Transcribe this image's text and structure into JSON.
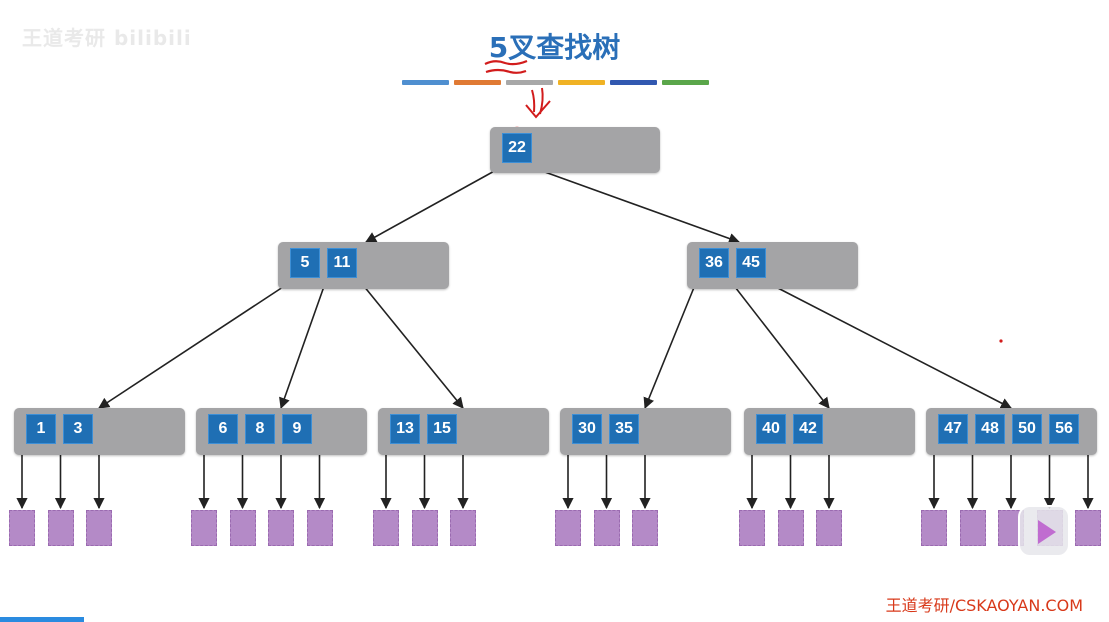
{
  "title": "5叉查找树",
  "watermark": "王道考研 bilibili",
  "credit": "王道考研/CSKAOYAN.COM",
  "colors": {
    "node_fill": "#a4a4a6",
    "key_fill": "#1f6fb4",
    "leaf_fill": "#b48ac7",
    "annotation": "#d21c1c",
    "swatches": [
      "#4f8fd0",
      "#e07a34",
      "#a8a8a8",
      "#f0b224",
      "#3158b0",
      "#5aa64a"
    ]
  },
  "tree": {
    "root": {
      "keys": [
        "22"
      ]
    },
    "level2": [
      {
        "keys": [
          "5",
          "11"
        ]
      },
      {
        "keys": [
          "36",
          "45"
        ]
      }
    ],
    "level3": [
      {
        "keys": [
          "1",
          "3"
        ]
      },
      {
        "keys": [
          "6",
          "8",
          "9"
        ]
      },
      {
        "keys": [
          "13",
          "15"
        ]
      },
      {
        "keys": [
          "30",
          "35"
        ]
      },
      {
        "keys": [
          "40",
          "42"
        ]
      },
      {
        "keys": [
          "47",
          "48",
          "50",
          "56"
        ]
      }
    ]
  },
  "icons": [
    "play-icon"
  ]
}
